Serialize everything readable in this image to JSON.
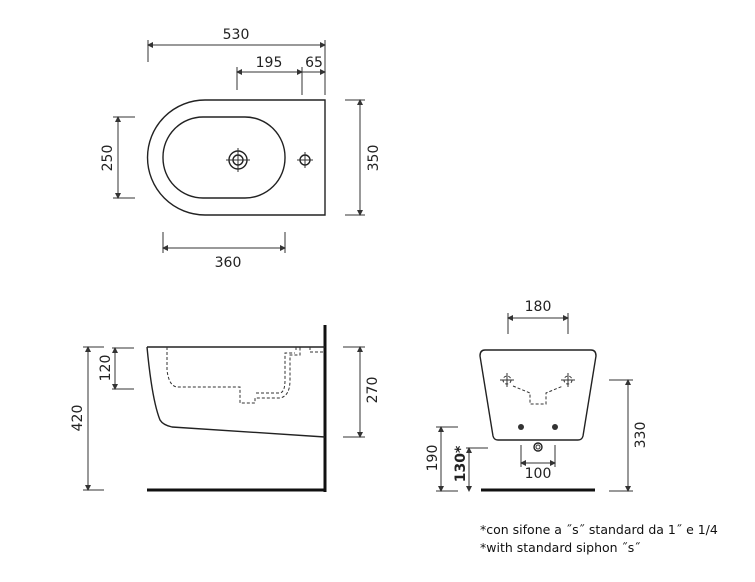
{
  "top_view": {
    "dim_total_length": "530",
    "dim_hole_offset": "195",
    "dim_tap_offset": "65",
    "dim_bowl_width": "250",
    "dim_total_width": "350",
    "dim_bowl_length": "360"
  },
  "side_view": {
    "dim_mount_height": "420",
    "dim_bowl_depth": "120",
    "dim_body_height": "270"
  },
  "front_view": {
    "dim_bolt_spacing": "180",
    "dim_total_height": "330",
    "dim_floor_to_bottom": "190",
    "dim_drain_height": "130*",
    "dim_fixing_spacing": "100"
  },
  "notes": [
    "*con sifone a ˝s˝ standard da 1˝ e 1/4",
    "*with standard siphon ˝s˝"
  ]
}
